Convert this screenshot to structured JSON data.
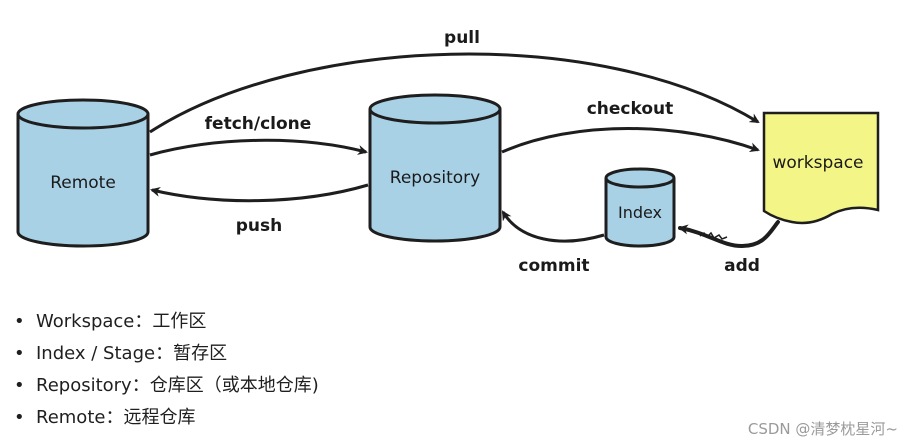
{
  "diagram": {
    "nodes": {
      "remote": "Remote",
      "repository": "Repository",
      "index": "Index",
      "workspace": "workspace"
    },
    "edges": {
      "pull": "pull",
      "fetch_clone": "fetch/clone",
      "push": "push",
      "checkout": "checkout",
      "commit": "commit",
      "add": "add"
    },
    "colors": {
      "cylinder_fill": "#a8d1e6",
      "workspace_fill": "#f3f586",
      "stroke": "#1e1e1e"
    }
  },
  "legend": [
    {
      "bullet": "•",
      "text": "Workspace：工作区"
    },
    {
      "bullet": "•",
      "text": "Index / Stage：暂存区"
    },
    {
      "bullet": "•",
      "text": "Repository：仓库区（或本地仓库)"
    },
    {
      "bullet": "•",
      "text": "Remote：远程仓库"
    }
  ],
  "watermark": "CSDN @清梦枕星河~"
}
